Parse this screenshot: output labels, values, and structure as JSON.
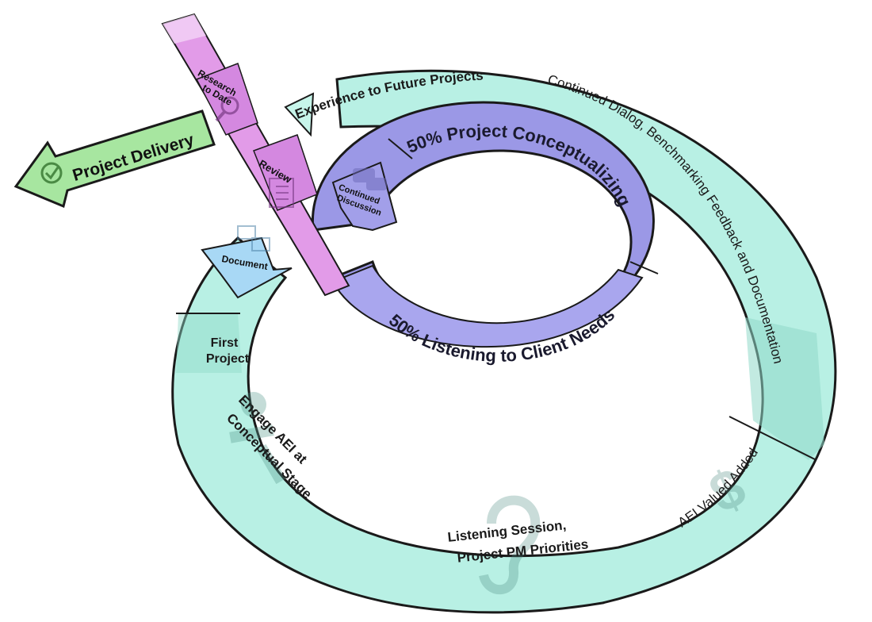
{
  "colors": {
    "outer_ring": "#b8f0e4",
    "outer_ring_shade": "#8fd9c8",
    "inner_ring_top": "#9b98e6",
    "inner_ring_bottom": "#a9a6ee",
    "ribbon": "#e29be8",
    "project_delivery": "#a7e6a0",
    "outline": "#1a1a1a"
  },
  "inner_ring": {
    "top_label": "50% Project Conceptualizing",
    "bottom_label": "50% Listening to Client Needs"
  },
  "outer_ring": {
    "experience": "Experience to Future Projects",
    "continued_dialog": "Continued Dialog, Benchmarking Feedback and Documentation",
    "value_added": "AEI Valued Added",
    "listening_line1": "Listening Session,",
    "listening_line2": "Project PM Priorities",
    "engage_line1": "Engage AEI at",
    "engage_line2": "Conceptual Stage",
    "first_project_line1": "First",
    "first_project_line2": "Project"
  },
  "ribbon": {
    "research_line1": "Research",
    "research_line2": "to Date",
    "review": "Review"
  },
  "arrows": {
    "project_delivery": "Project Delivery",
    "continued_line1": "Continued",
    "continued_line2": "Discussion",
    "document": "Document"
  },
  "icons": [
    "magnifier-icon",
    "checklist-icon",
    "chat-bubbles-icon",
    "computers-icon",
    "checkmark-icon",
    "tools-icon",
    "ear-icon",
    "dollar-icon"
  ]
}
